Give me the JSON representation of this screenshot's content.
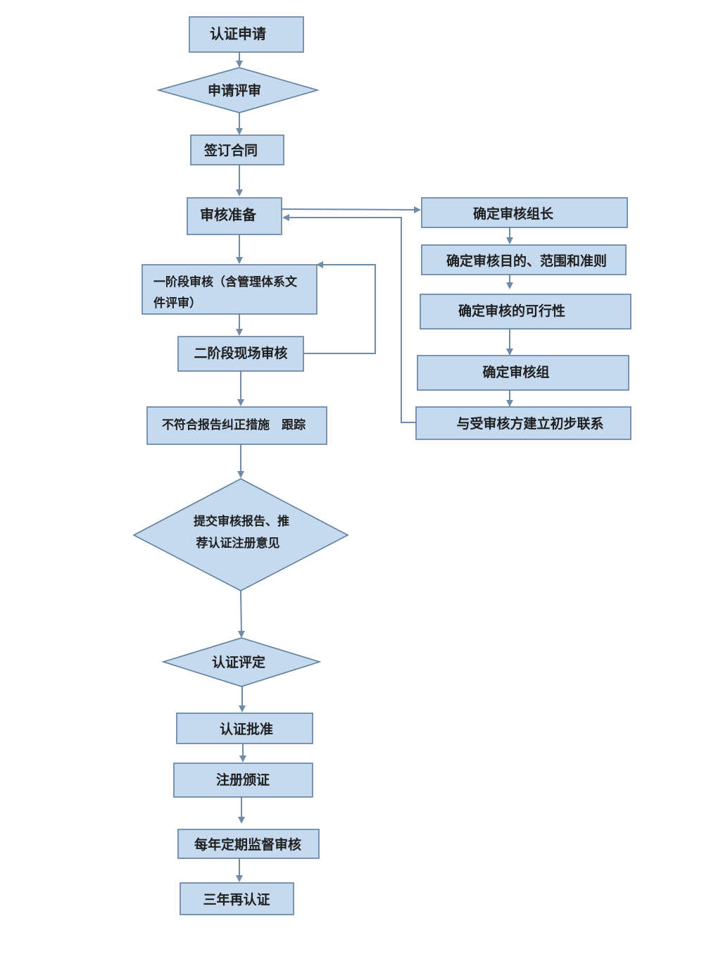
{
  "diagram": {
    "colors": {
      "fill": "#c5d9ef",
      "stroke": "#5f7f9f",
      "arrow": "#6e8ba8",
      "text": "#1f1f1f"
    },
    "nodes": {
      "apply": "认证申请",
      "apply_review": "申请评审",
      "sign_contract": "签订合同",
      "audit_prep": "审核准备",
      "stage1_line1": "一阶段审核（含管理体系文",
      "stage1_line2": "件评审）",
      "stage2": "二阶段现场审核",
      "nc_track": "不符合报告纠正措施　跟踪",
      "report_line1": "提交审核报告、推",
      "report_line2": "荐认证注册意见",
      "cert_eval": "认证评定",
      "cert_approve": "认证批准",
      "register": "注册颁证",
      "annual_audit": "每年定期监督审核",
      "recert": "三年再认证",
      "leader": "确定审核组长",
      "scope": "确定审核目的、范围和准则",
      "feasibility": "确定审核的可行性",
      "team": "确定审核组",
      "contact": "与受审核方建立初步联系"
    }
  }
}
